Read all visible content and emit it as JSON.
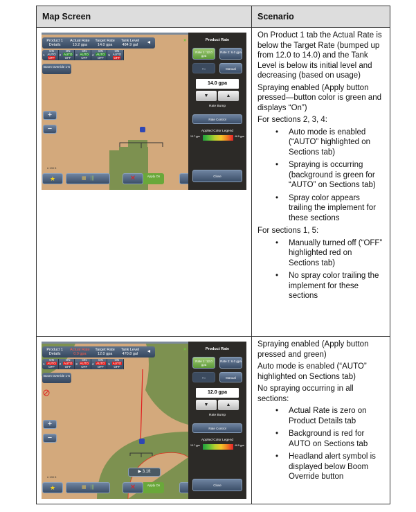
{
  "header": {
    "col1": "Map Screen",
    "col2": "Scenario"
  },
  "screens": [
    {
      "product_details": "Product 1 Details",
      "actual_rate_label": "Actual Rate",
      "actual_rate": "13.2 gpa",
      "target_rate_label": "Target Rate",
      "target_rate": "14.0 gpa",
      "tank_label": "Tank Level",
      "tank": "484.9 gal",
      "back": "◄",
      "sections": [
        {
          "num": "1",
          "on": "ON",
          "auto": "AUTO",
          "off": "OFF",
          "active": "off-red"
        },
        {
          "num": "2",
          "on": "ON",
          "auto": "AUTO",
          "off": "OFF",
          "active": "auto-green"
        },
        {
          "num": "3",
          "on": "ON",
          "auto": "AUTO",
          "off": "OFF",
          "active": "auto-green"
        },
        {
          "num": "4",
          "on": "ON",
          "auto": "AUTO",
          "off": "OFF",
          "active": "auto-green"
        },
        {
          "num": "5",
          "on": "ON",
          "auto": "AUTO",
          "off": "OFF",
          "active": "off-red"
        }
      ],
      "boom_override": "Boom Override 1-5",
      "panel_title": "Product Rate",
      "rate1": "Rate 1: 12.0 gpa",
      "rate2": "Rate 2: 6.0 gpa",
      "rx": "Rx",
      "manual": "Manual",
      "value": "14.0 gpa",
      "down": "▼",
      "up": "▲",
      "rate_bump": "Rate Bump",
      "rate_control": "Rate Control",
      "legend_title": "Applied Color Legend",
      "legend_min": "15.7 gpa",
      "legend_max": "46.5 gpa",
      "close": "Close",
      "apply": "Apply On",
      "scale": "100 ft",
      "distance": "",
      "actual_alert": false,
      "headland_alert": false
    },
    {
      "product_details": "Product 1 Details",
      "actual_rate_label": "Actual Rate",
      "actual_rate": "0.0 gpa",
      "target_rate_label": "Target Rate",
      "target_rate": "12.0 gpa",
      "tank_label": "Tank Level",
      "tank": "470.8 gal",
      "back": "◄",
      "sections": [
        {
          "num": "1",
          "on": "ON",
          "auto": "AUTO",
          "off": "OFF",
          "active": "auto-red"
        },
        {
          "num": "2",
          "on": "ON",
          "auto": "AUTO",
          "off": "OFF",
          "active": "auto-red"
        },
        {
          "num": "3",
          "on": "ON",
          "auto": "AUTO",
          "off": "OFF",
          "active": "auto-red"
        },
        {
          "num": "4",
          "on": "ON",
          "auto": "AUTO",
          "off": "OFF",
          "active": "auto-red"
        },
        {
          "num": "5",
          "on": "ON",
          "auto": "AUTO",
          "off": "OFF",
          "active": "auto-red"
        }
      ],
      "boom_override": "Boom Override 1-5",
      "panel_title": "Product Rate",
      "rate1": "Rate 1: 12.0 gpa",
      "rate2": "Rate 2: 6.0 gpa",
      "rx": "Rx",
      "manual": "Manual",
      "value": "12.0 gpa",
      "down": "▼",
      "up": "▲",
      "rate_bump": "Rate Bump",
      "rate_control": "Rate Control",
      "legend_title": "Applied Color Legend",
      "legend_min": "15.7 gpa",
      "legend_max": "46.5 gpa",
      "close": "Close",
      "apply": "Apply On",
      "scale": "100 ft",
      "distance": "3.1ft",
      "actual_alert": true,
      "headland_alert": true
    }
  ],
  "scenario1": {
    "p1": "On Product 1 tab the Actual Rate is below the Target Rate (bumped up from 12.0 to 14.0) and the Tank Level is below its initial level and decreasing (based on usage)",
    "p2": "Spraying enabled (Apply button pressed—button color is green and displays “On”)",
    "p3": "For sections 2, 3, 4:",
    "b1": [
      "Auto mode is enabled (“AUTO” highlighted on Sections tab)",
      "Spraying is occurring (background is green for “AUTO” on Sections tab)",
      "Spray color appears trailing the implement for these sections"
    ],
    "p4": "For sections 1, 5:",
    "b2": [
      "Manually turned off (“OFF” highlighted red on Sections tab)",
      "No spray color trailing the implement for these sections"
    ]
  },
  "scenario2": {
    "p1": "Spraying enabled (Apply button pressed and green)",
    "p2": "Auto mode is enabled (“AUTO” highlighted on Sections tab)",
    "p3": "No spraying occurring in all sections:",
    "b1": [
      "Actual Rate is zero on Product Details tab",
      "Background is red for AUTO on Sections tab",
      "Headland alert symbol is displayed below Boom Override button"
    ]
  }
}
